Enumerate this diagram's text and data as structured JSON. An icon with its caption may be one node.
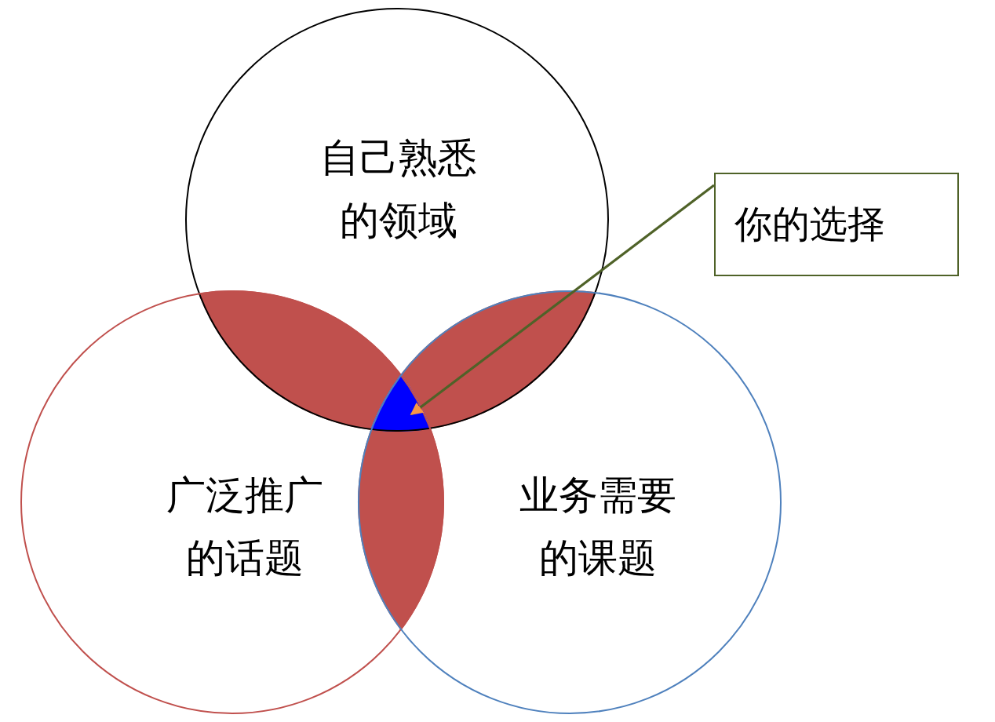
{
  "diagram": {
    "nodes": [
      {
        "text": [
          "自己熟悉的领域"
        ]
      },
      {
        "text": [
          "广泛推广的话题"
        ]
      },
      {
        "text": [
          "业务需要的课题"
        ]
      },
      {
        "text": [
          "你的选择"
        ]
      },
      {
        "text": [],
        "shape": "triangle"
      },
      {
        "text": [],
        "shape": "lens"
      },
      {
        "text": [],
        "shape": "lens"
      },
      {
        "text": [],
        "shape": "lens"
      }
    ],
    "edges": [
      {
        "from": 3,
        "to": 4,
        "arrow": "to"
      }
    ]
  }
}
